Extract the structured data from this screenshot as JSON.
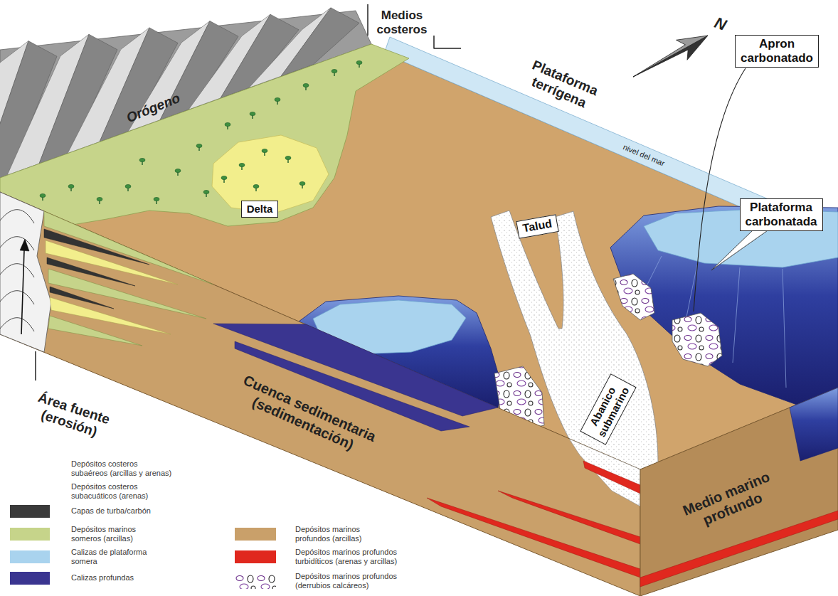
{
  "diagram": {
    "nodes": [
      {
        "text": [
          "Apron carbonatado"
        ]
      },
      {
        "text": [
          "Delta"
        ]
      },
      {
        "text": [
          "Plataforma carbonatada"
        ]
      },
      {
        "text": [
          "Talud"
        ]
      },
      {
        "text": [
          "Abanico submarino"
        ]
      }
    ],
    "labels": [
      "Orógeno",
      "Medios costeros",
      "N",
      "Plataforma terrígena",
      "nivel del mar",
      "Área fuente (erosión)",
      "Cuenca sedimentaria (sedimentación)",
      "Medio marino profundo"
    ],
    "legend": [
      {
        "text": "Depósitos costeros subaéreos (arcillas y arenas)"
      },
      {
        "text": "Depósitos costeros subacuáticos (arenas)"
      },
      {
        "text": "Capas de turba/carbón",
        "color": "#3a3a3a"
      },
      {
        "text": "Depósitos marinos someros (arcillas)",
        "color": "#c6d48a"
      },
      {
        "text": "Calizas de plataforma somera",
        "color": "#a9d3ee"
      },
      {
        "text": "Calizas profundas",
        "color": "#3a3590"
      },
      {
        "text": "Depósitos marinos profundos (arcillas)",
        "color": "#c9a06a"
      },
      {
        "text": "Depósitos marinos profundos turbidíticos (arenas y arcillas)",
        "color": "#e0281e"
      },
      {
        "text": "Depósitos marinos profundos (derrubios calcáreos)"
      }
    ]
  }
}
